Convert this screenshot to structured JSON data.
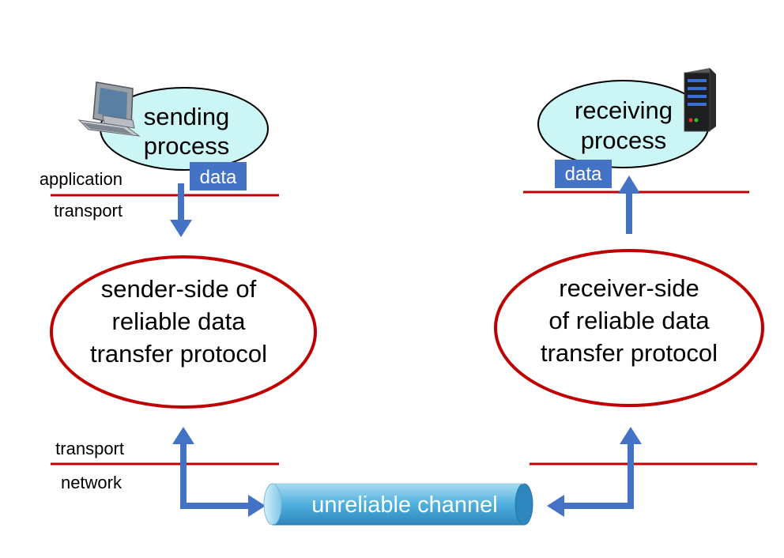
{
  "sender": {
    "process_line1": "sending",
    "process_line2": "process",
    "data_tag": "data",
    "protocol_line1": "sender-side of",
    "protocol_line2": "reliable data",
    "protocol_line3": "transfer protocol"
  },
  "receiver": {
    "process_line1": "receiving",
    "process_line2": "process",
    "data_tag": "data",
    "protocol_line1": "receiver-side",
    "protocol_line2": "of reliable data",
    "protocol_line3": "transfer protocol"
  },
  "layers": {
    "application": "application",
    "transport_top": "transport",
    "transport_bottom": "transport",
    "network": "network"
  },
  "channel": {
    "label": "unreliable channel"
  },
  "colors": {
    "arrow": "#4472C4",
    "layer_line": "#C00000",
    "protocol_ellipse": "#C00000",
    "process_fill": "#CCF5F5",
    "data_tag": "#4472C4",
    "channel_fill": "#5BB8E0"
  },
  "icons": {
    "sender_host": "desktop-computer-icon",
    "receiver_host": "server-icon"
  }
}
